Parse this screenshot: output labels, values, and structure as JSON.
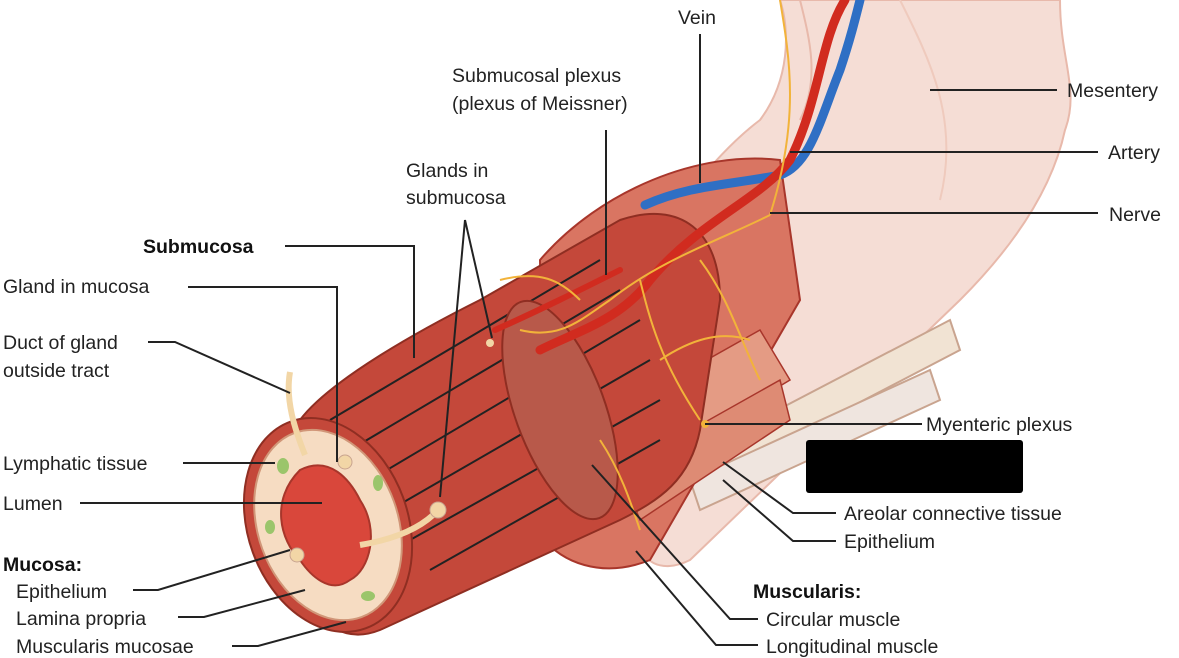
{
  "labels": {
    "vein": "Vein",
    "submucosal_plexus_1": "Submucosal plexus",
    "submucosal_plexus_2": "(plexus of Meissner)",
    "mesentery": "Mesentery",
    "artery": "Artery",
    "glands_submucosa_1": "Glands in",
    "glands_submucosa_2": "submucosa",
    "nerve": "Nerve",
    "submucosa": "Submucosa",
    "gland_in_mucosa": "Gland in mucosa",
    "duct_1": "Duct of gland",
    "duct_2": "outside tract",
    "myenteric_plexus": "Myenteric plexus",
    "lymphatic_tissue": "Lymphatic tissue",
    "lumen": "Lumen",
    "areolar": "Areolar connective tissue",
    "epithelium_serosa": "Epithelium",
    "mucosa_header": "Mucosa:",
    "mucosa_epithelium": "Epithelium",
    "lamina_propria": "Lamina propria",
    "muscularis_mucosae": "Muscularis mucosae",
    "muscularis_header": "Muscularis:",
    "circular_muscle": "Circular muscle",
    "longitudinal_muscle": "Longitudinal muscle"
  },
  "colors": {
    "muscle": "#c4483a",
    "muscle_dark": "#a8362b",
    "submucosa": "#d9967d",
    "mucosa": "#f6dcc2",
    "lumen": "#d9473b",
    "serosa": "#f3d9cf",
    "artery": "#d12b1f",
    "vein": "#2f6fc4",
    "nerve": "#f2b33a",
    "lymph": "#9bc56b",
    "redaction": "#000000"
  }
}
